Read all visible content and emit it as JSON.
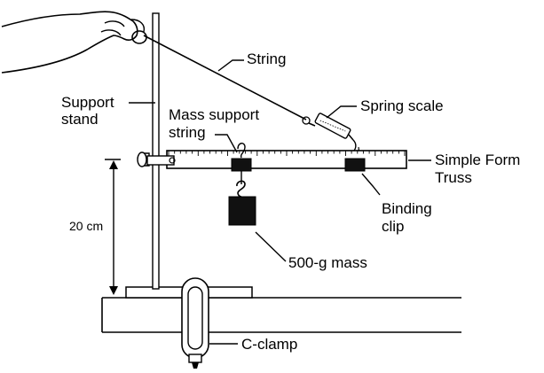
{
  "labels": {
    "string": "String",
    "support_stand_line1": "Support",
    "support_stand_line2": "stand",
    "spring_scale": "Spring scale",
    "mass_support_line1": "Mass support",
    "mass_support_line2": "string",
    "truss_line1": "Simple Form",
    "truss_line2": "Truss",
    "binding_line1": "Binding",
    "binding_line2": "clip",
    "height": "20 cm",
    "mass": "500-g mass",
    "c_clamp": "C-clamp"
  }
}
